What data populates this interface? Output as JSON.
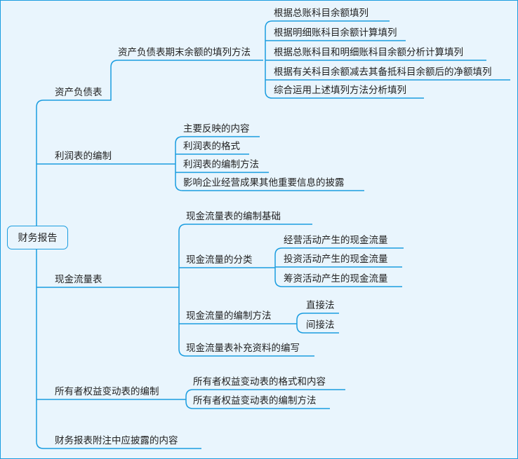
{
  "root": "财务报告",
  "branches": {
    "balance_sheet": {
      "label": "资产负债表",
      "method": {
        "label": "资产负债表期末余额的填列方法",
        "items": [
          "根据总账科目余额填列",
          "根据明细账科目余额计算填列",
          "根据总账科目和明细账科目余额分析计算填列",
          "根据有关科目余额减去其备抵科目余额后的净额填列",
          "综合运用上述填列方法分析填列"
        ]
      }
    },
    "income_statement": {
      "label": "利润表的编制",
      "items": [
        "主要反映的内容",
        "利润表的格式",
        "利润表的编制方法",
        "影响企业经营成果其他重要信息的披露"
      ]
    },
    "cash_flow": {
      "label": "现金流量表",
      "basis": "现金流量表的编制基础",
      "classification": {
        "label": "现金流量的分类",
        "items": [
          "经营活动产生的现金流量",
          "投资活动产生的现金流量",
          "筹资活动产生的现金流量"
        ]
      },
      "methods": {
        "label": "现金流量的编制方法",
        "items": [
          "直接法",
          "间接法"
        ]
      },
      "supplement": "现金流量表补充资料的编写"
    },
    "equity": {
      "label": "所有者权益变动表的编制",
      "items": [
        "所有者权益变动表的格式和内容",
        "所有者权益变动表的编制方法"
      ]
    },
    "notes": {
      "label": "财务报表附注中应披露的内容"
    }
  },
  "colors": {
    "line": "#1a9de0",
    "background": "#e9f5fd"
  }
}
